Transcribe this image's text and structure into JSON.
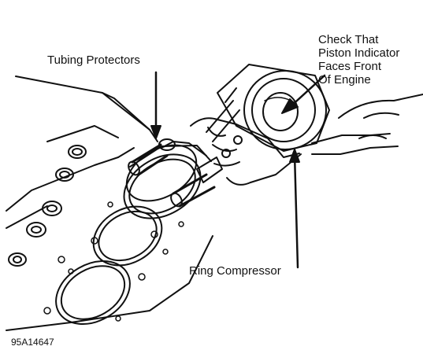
{
  "labels": {
    "tubing_protectors": "Tubing Protectors",
    "check_indicator": "Check That\nPiston Indicator\nFaces Front\nOf Engine",
    "ring_compressor": "Ring Compressor"
  },
  "figure_code": "95A14647"
}
